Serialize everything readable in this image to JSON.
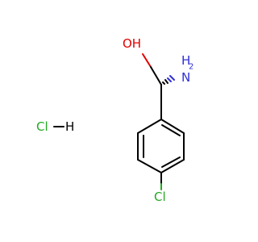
{
  "molecule": {
    "atoms": {
      "oh": "OH",
      "nh2_n": "N",
      "nh2_h": "H",
      "nh2_sub": "2",
      "cl_ring": "Cl",
      "hcl_cl": "Cl",
      "hcl_h": "H"
    },
    "colors": {
      "carbon_bond": "#000000",
      "oxygen": "#e00000",
      "nitrogen": "#2f2fd6",
      "chlorine": "#22aa22"
    }
  }
}
